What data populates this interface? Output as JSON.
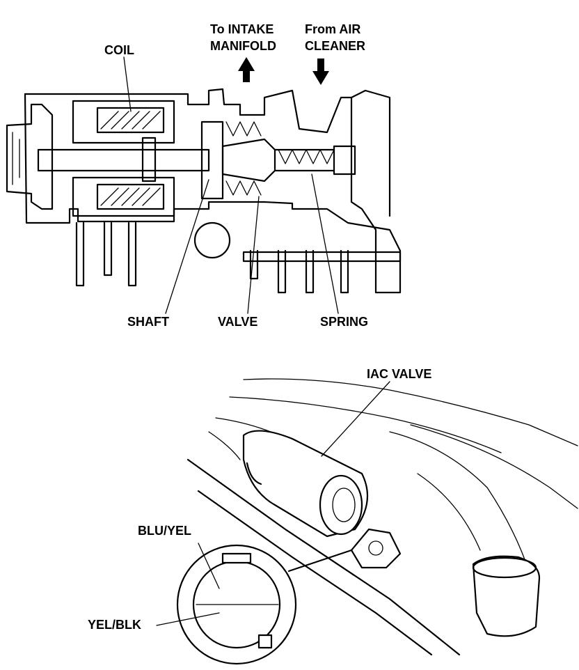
{
  "top_diagram": {
    "labels": {
      "coil": "COIL",
      "to_intake_line1": "To INTAKE",
      "to_intake_line2": "MANIFOLD",
      "from_air_line1": "From AIR",
      "from_air_line2": "CLEANER",
      "shaft": "SHAFT",
      "valve": "VALVE",
      "spring": "SPRING"
    }
  },
  "bottom_diagram": {
    "labels": {
      "iac_valve": "IAC VALVE",
      "blu_yel": "BLU/YEL",
      "yel_blk": "YEL/BLK"
    }
  }
}
